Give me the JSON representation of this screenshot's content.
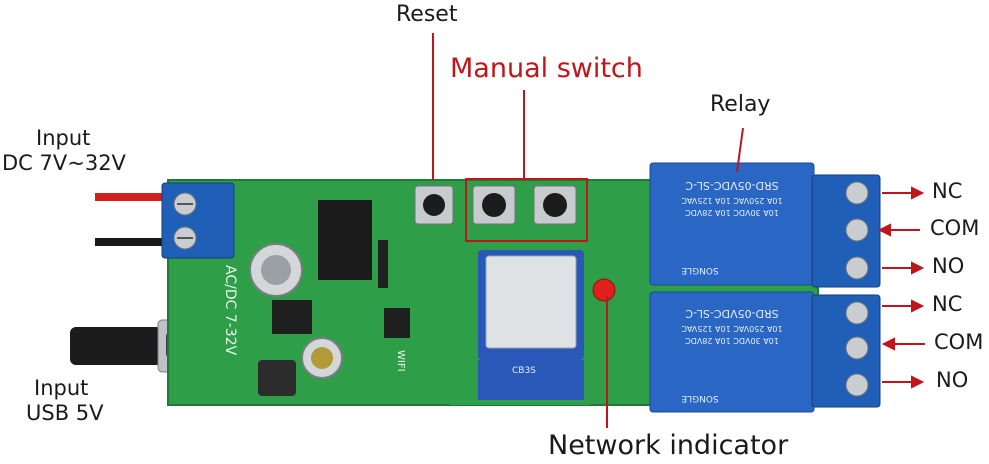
{
  "labels": {
    "reset": "Reset",
    "manual_switch": "Manual switch",
    "relay": "Relay",
    "input_dc_line1": "Input",
    "input_dc_line2": "DC 7V~32V",
    "input_usb_line1": "Input",
    "input_usb_line2": "USB 5V",
    "network_indicator": "Network indicator",
    "nc_top": "NC",
    "com_top": "COM",
    "no_top": "NO",
    "nc_bottom": "NC",
    "com_bottom": "COM",
    "no_bottom": "NO"
  },
  "board_markings": {
    "relay_model_top": "SRD-05VDC-SL-C",
    "relay_rating_top_1": "10A 250VAC  10A 125VAC",
    "relay_rating_top_2": "10A 30VDC  10A 28VDC",
    "relay_model_bottom": "SRD-05VDC-SL-C",
    "relay_rating_bottom_1": "10A 250VAC  10A 125VAC",
    "relay_rating_bottom_2": "10A 30VDC  10A 28VDC",
    "relay_brand": "SONGLE",
    "silk_acdc": "AC/DC 7-32V",
    "silk_wifi": "WIFI",
    "module_name": "CB3S"
  },
  "colors": {
    "pcb": "#2e9e48",
    "pcb_dark": "#1f7a36",
    "relay_body": "#2a66c4",
    "terminal": "#1f5fb8",
    "callout_red": "#c0151b",
    "indicator_led": "#e0201c"
  }
}
